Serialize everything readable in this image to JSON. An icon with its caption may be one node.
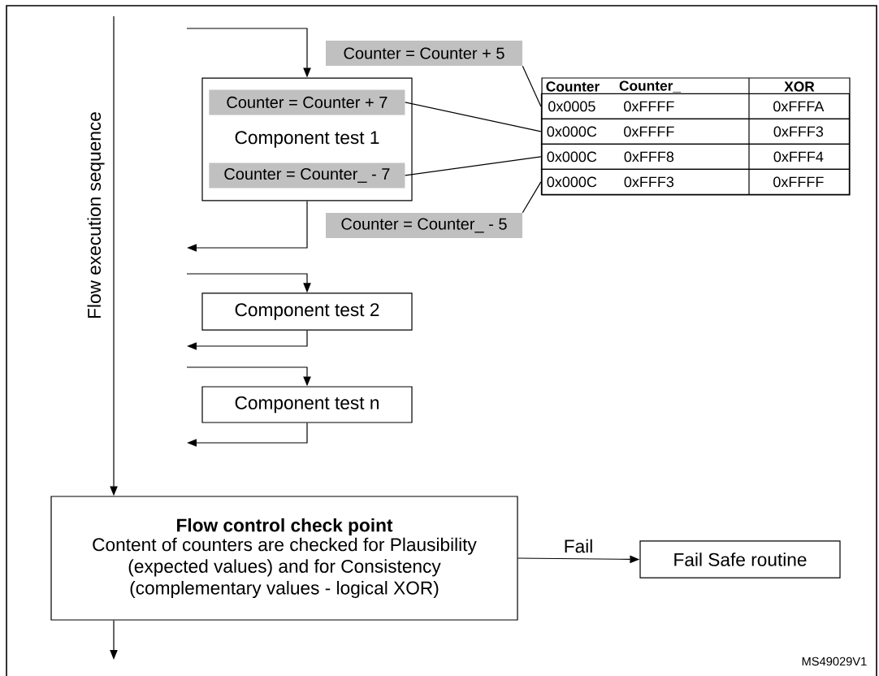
{
  "diagram": {
    "nodes": [
      {
        "text": [
          "Component test 1"
        ]
      },
      {
        "text": [
          "Counter = Counter + 7"
        ],
        "in": 0
      },
      {
        "text": [
          "Counter = Counter_ - 7"
        ],
        "in": 0
      },
      {
        "text": [
          "Counter = Counter + 5"
        ]
      },
      {
        "text": [
          "Counter = Counter_ - 5"
        ]
      },
      {
        "text": [
          "Counter",
          "Counter_",
          "XOR"
        ]
      },
      {
        "text": [
          "0x0005",
          "0xFFFF",
          "0xFFFA"
        ],
        "in": 5
      },
      {
        "text": [
          "0x000C",
          "0xFFFF",
          "0xFFF3"
        ],
        "in": 5
      },
      {
        "text": [
          "0x000C",
          "0xFFF8",
          "0xFFF4"
        ],
        "in": 5
      },
      {
        "text": [
          "0x000C",
          "0xFFF3",
          "0xFFFF"
        ],
        "in": 5
      },
      {
        "text": [
          "Component test 2"
        ]
      },
      {
        "text": [
          "Component test n"
        ]
      },
      {
        "text": [
          "Flow control check point",
          "Content of counters are checked for Plausibility (expected values) and for Consistency (complementary values - logical XOR)"
        ]
      },
      {
        "text": [
          "Fail Safe routine"
        ]
      }
    ],
    "edges": [
      {
        "from": null,
        "to": 0,
        "arrow": "to"
      },
      {
        "from": 0,
        "to": null,
        "arrow": "to"
      },
      {
        "from": null,
        "to": 10,
        "arrow": "to"
      },
      {
        "from": 10,
        "to": null,
        "arrow": "to"
      },
      {
        "from": null,
        "to": 11,
        "arrow": "to"
      },
      {
        "from": 11,
        "to": null,
        "arrow": "to"
      },
      {
        "from": null,
        "to": 12,
        "arrow": "to",
        "label": "Flow execution sequence"
      },
      {
        "from": 12,
        "to": null,
        "arrow": "to"
      },
      {
        "from": 12,
        "to": 13,
        "arrow": "to",
        "label": "Fail"
      },
      {
        "from": 3,
        "to": 6,
        "arrow": "none"
      },
      {
        "from": 1,
        "to": 7,
        "arrow": "none"
      },
      {
        "from": 2,
        "to": 8,
        "arrow": "none"
      },
      {
        "from": 4,
        "to": 9,
        "arrow": "none"
      }
    ],
    "labels": [
      "MS49029V1"
    ]
  }
}
